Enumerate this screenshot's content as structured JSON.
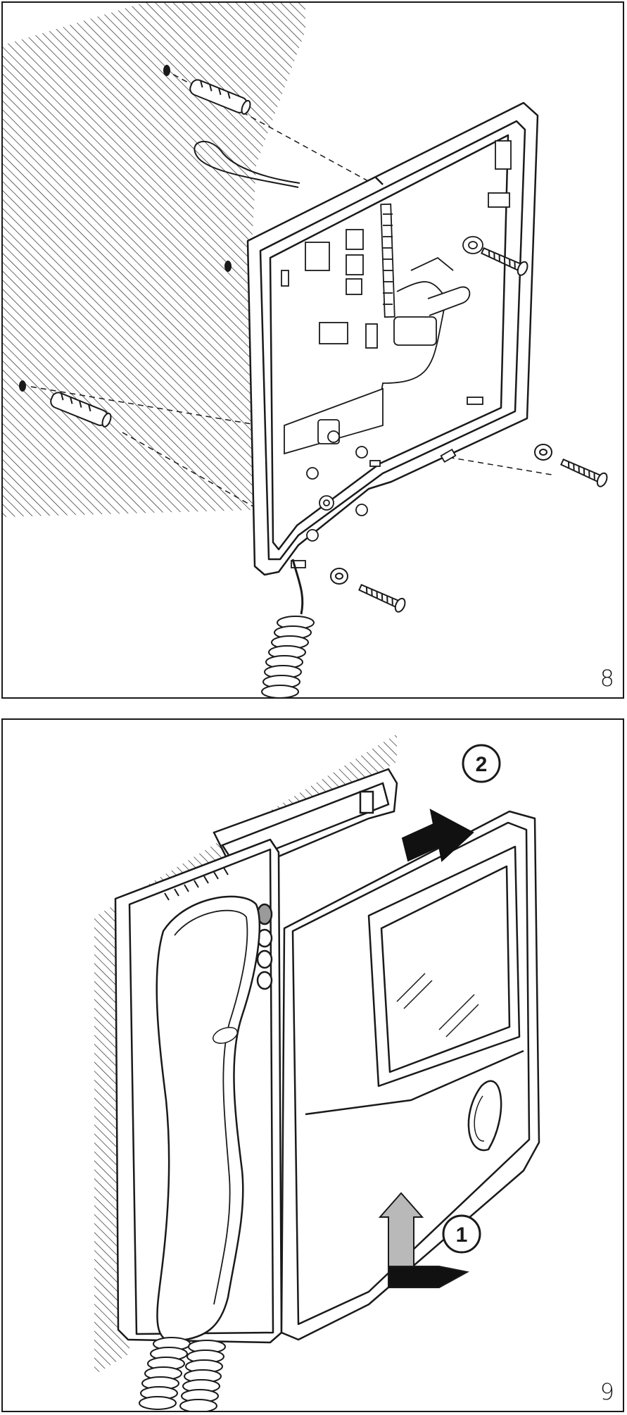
{
  "figures": [
    {
      "number": "8"
    },
    {
      "number": "9",
      "steps": [
        "1",
        "2"
      ]
    }
  ],
  "colors": {
    "line": "#1a1a1a",
    "step_arrow_up": "#b9b9b9",
    "step_arrow_dark": "#111111"
  },
  "icons": [
    "wall-plug-icon",
    "screw-icon",
    "washer-icon",
    "cable-icon",
    "coiled-cord-icon",
    "handset-icon",
    "arrow-icon"
  ]
}
